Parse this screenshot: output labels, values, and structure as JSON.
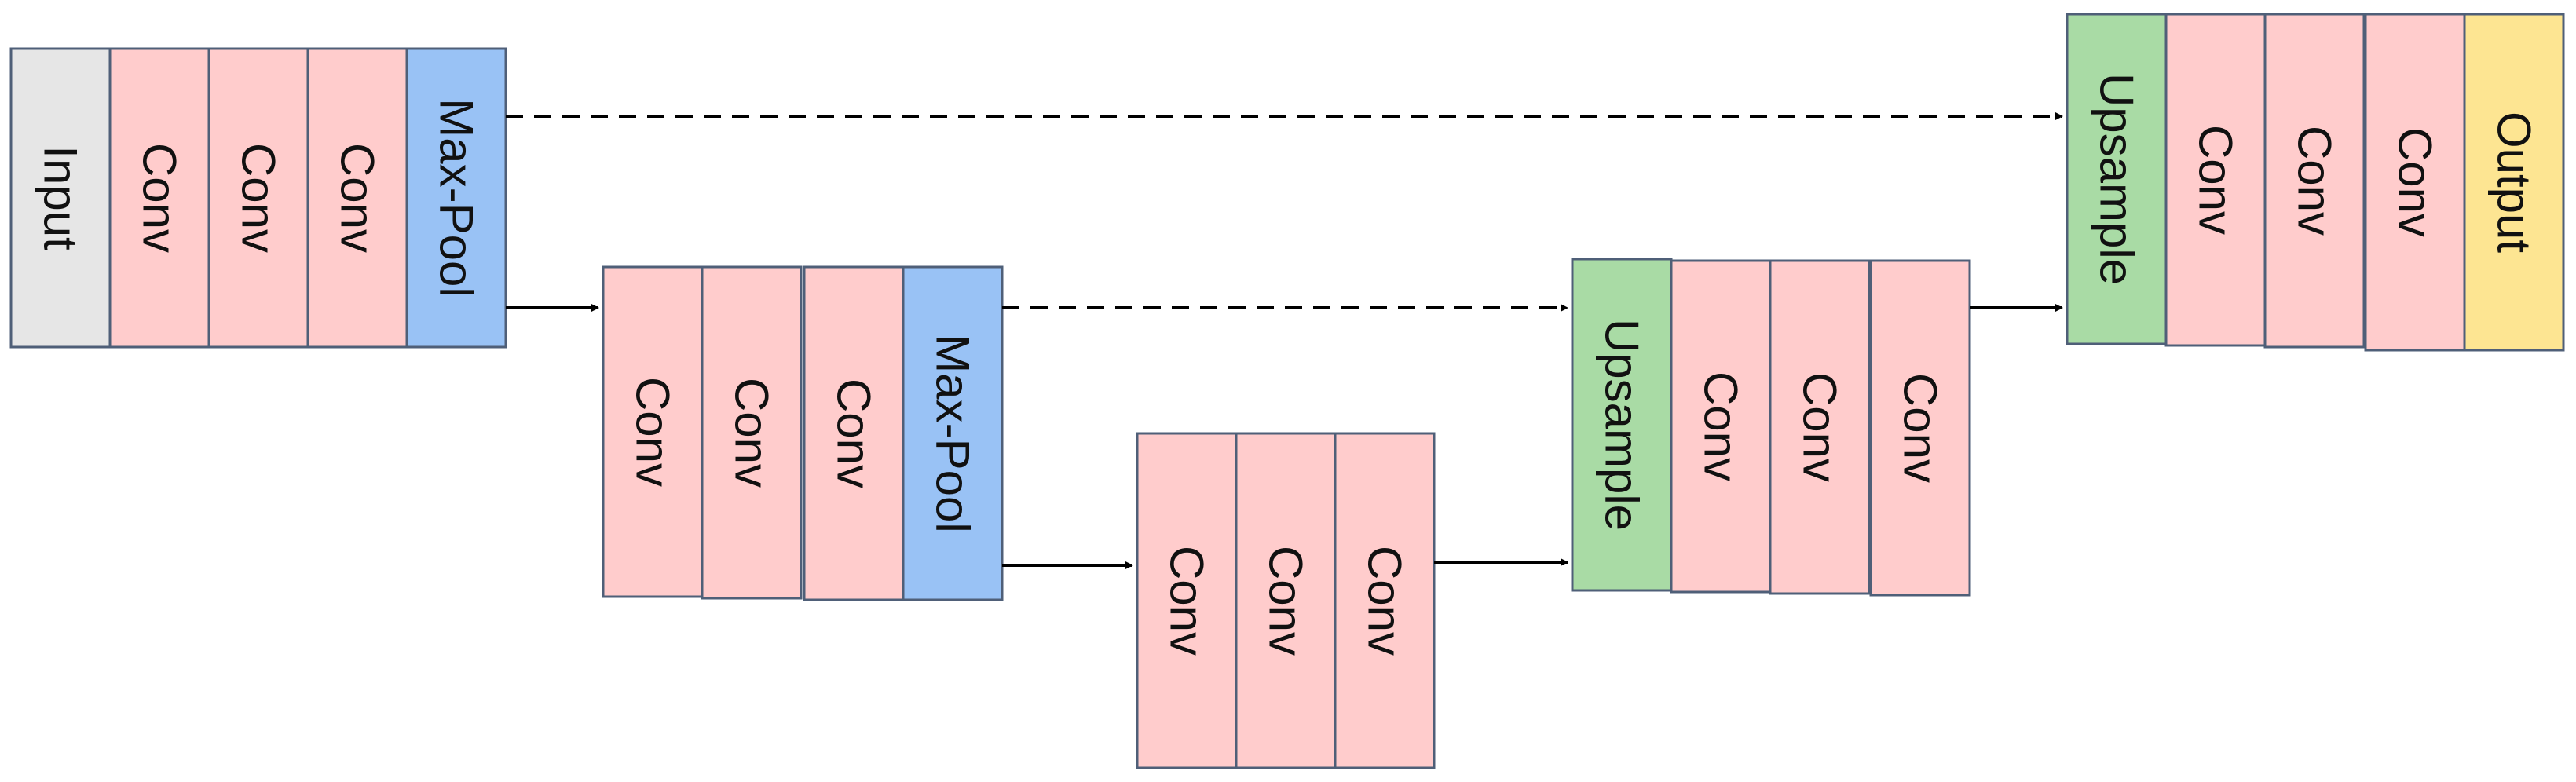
{
  "colors": {
    "input": "#e6e6e6",
    "conv": "#ffcccc",
    "maxpool": "#99c2f5",
    "upsample": "#a9dba5",
    "output": "#fde592",
    "border": "#4f5f78",
    "arrow": "#000000"
  },
  "blocks": [
    {
      "id": "input",
      "label": "Input",
      "kind": "input"
    },
    {
      "id": "enc1-conv1",
      "label": "Conv",
      "kind": "conv"
    },
    {
      "id": "enc1-conv2",
      "label": "Conv",
      "kind": "conv"
    },
    {
      "id": "enc1-conv3",
      "label": "Conv",
      "kind": "conv"
    },
    {
      "id": "enc1-maxpool",
      "label": "Max-Pool",
      "kind": "maxpool"
    },
    {
      "id": "enc2-conv1",
      "label": "Conv",
      "kind": "conv"
    },
    {
      "id": "enc2-conv2",
      "label": "Conv",
      "kind": "conv"
    },
    {
      "id": "enc2-conv3",
      "label": "Conv",
      "kind": "conv"
    },
    {
      "id": "enc2-maxpool",
      "label": "Max-Pool",
      "kind": "maxpool"
    },
    {
      "id": "bottleneck-conv1",
      "label": "Conv",
      "kind": "conv"
    },
    {
      "id": "bottleneck-conv2",
      "label": "Conv",
      "kind": "conv"
    },
    {
      "id": "bottleneck-conv3",
      "label": "Conv",
      "kind": "conv"
    },
    {
      "id": "dec2-upsample",
      "label": "Upsample",
      "kind": "upsample"
    },
    {
      "id": "dec2-conv1",
      "label": "Conv",
      "kind": "conv"
    },
    {
      "id": "dec2-conv2",
      "label": "Conv",
      "kind": "conv"
    },
    {
      "id": "dec2-conv3",
      "label": "Conv",
      "kind": "conv"
    },
    {
      "id": "dec1-upsample",
      "label": "Upsample",
      "kind": "upsample"
    },
    {
      "id": "dec1-conv1",
      "label": "Conv",
      "kind": "conv"
    },
    {
      "id": "dec1-conv2",
      "label": "Conv",
      "kind": "conv"
    },
    {
      "id": "dec1-conv3",
      "label": "Conv",
      "kind": "conv"
    },
    {
      "id": "output",
      "label": "Output",
      "kind": "output"
    }
  ],
  "connections": [
    {
      "from": "enc1-maxpool",
      "to": "enc2-conv1",
      "style": "solid"
    },
    {
      "from": "enc2-maxpool",
      "to": "bottleneck-conv1",
      "style": "solid"
    },
    {
      "from": "bottleneck-conv3",
      "to": "dec2-upsample",
      "style": "solid"
    },
    {
      "from": "dec2-conv3",
      "to": "dec1-upsample",
      "style": "solid"
    },
    {
      "from": "enc1-maxpool",
      "to": "dec1-upsample",
      "style": "dashed",
      "kind": "skip"
    },
    {
      "from": "enc2-maxpool",
      "to": "dec2-upsample",
      "style": "dashed",
      "kind": "skip"
    }
  ]
}
